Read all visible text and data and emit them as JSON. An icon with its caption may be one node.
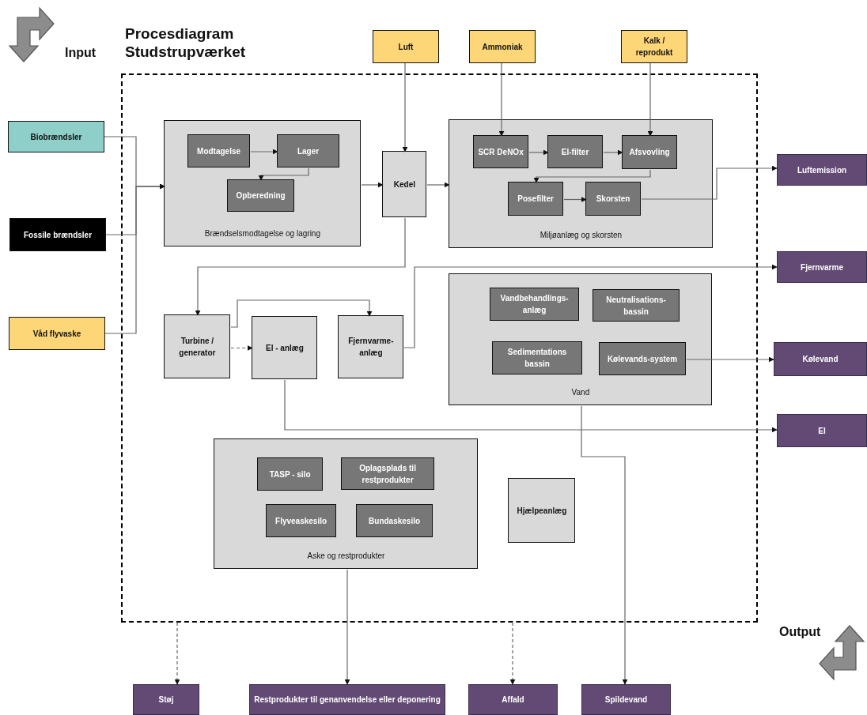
{
  "diagram": {
    "title": "Procesdiagram Studstrupværket",
    "nodes": [
      {
        "text": [
          "Biobrændsler"
        ]
      },
      {
        "text": [
          "Fossile brændsler"
        ]
      },
      {
        "text": [
          "Våd flyvaske"
        ]
      },
      {
        "text": [
          "Luft"
        ]
      },
      {
        "text": [
          "Ammoniak"
        ]
      },
      {
        "text": [
          "Kalk / reprodukt"
        ]
      },
      {
        "text": [],
        "shape": "box"
      },
      {
        "text": [
          "Brændselsmodtagelse og lagring"
        ],
        "in": 6
      },
      {
        "text": [
          "Modtagelse"
        ],
        "in": 7
      },
      {
        "text": [
          "Lager"
        ],
        "in": 7
      },
      {
        "text": [
          "Opberedning"
        ],
        "in": 7
      },
      {
        "text": [
          "Kedel"
        ],
        "in": 6
      },
      {
        "text": [
          "Miljøanlæg og skorsten"
        ],
        "in": 6
      },
      {
        "text": [
          "SCR DeNOx"
        ],
        "in": 12
      },
      {
        "text": [
          "El-filter"
        ],
        "in": 12
      },
      {
        "text": [
          "Afsvovling"
        ],
        "in": 12
      },
      {
        "text": [
          "Posefilter"
        ],
        "in": 12
      },
      {
        "text": [
          "Skorsten"
        ],
        "in": 12
      },
      {
        "text": [
          "Turbine / generator"
        ],
        "in": 6
      },
      {
        "text": [
          "El - anlæg"
        ],
        "in": 6
      },
      {
        "text": [
          "Fjernvarme-anlæg"
        ],
        "in": 6
      },
      {
        "text": [
          "Vand"
        ],
        "in": 6
      },
      {
        "text": [
          "Vandbehandlings-anlæg"
        ],
        "in": 21
      },
      {
        "text": [
          "Neutralisations-bassin"
        ],
        "in": 21
      },
      {
        "text": [
          "Sedimentations bassin"
        ],
        "in": 21
      },
      {
        "text": [
          "Kølevands-system"
        ],
        "in": 21
      },
      {
        "text": [
          "Aske og restprodukter"
        ],
        "in": 6
      },
      {
        "text": [
          "TASP - silo"
        ],
        "in": 26
      },
      {
        "text": [
          "Oplagsplads til restprodukter"
        ],
        "in": 26
      },
      {
        "text": [
          "Flyveaskesilo"
        ],
        "in": 26
      },
      {
        "text": [
          "Bundaskesilo"
        ],
        "in": 26
      },
      {
        "text": [
          "Hjælpeanlæg"
        ],
        "in": 6
      },
      {
        "text": [
          "Luftemission"
        ]
      },
      {
        "text": [
          "Fjernvarme"
        ]
      },
      {
        "text": [
          "Kølevand"
        ]
      },
      {
        "text": [
          "El"
        ]
      },
      {
        "text": [
          "Støj"
        ]
      },
      {
        "text": [
          "Restprodukter til genanvendelse eller deponering"
        ]
      },
      {
        "text": [
          "Affald"
        ]
      },
      {
        "text": [
          "Spildevand"
        ]
      }
    ],
    "edges": [
      {
        "from": 0,
        "to": 7,
        "arrow": "to"
      },
      {
        "from": 1,
        "to": 7,
        "arrow": "to"
      },
      {
        "from": 2,
        "to": 7,
        "arrow": "to"
      },
      {
        "from": 7,
        "to": 11,
        "arrow": "to"
      },
      {
        "from": 3,
        "to": 11,
        "arrow": "to"
      },
      {
        "from": 11,
        "to": 12,
        "arrow": "to"
      },
      {
        "from": 4,
        "to": 13,
        "arrow": "to"
      },
      {
        "from": 5,
        "to": 15,
        "arrow": "to"
      },
      {
        "from": 8,
        "to": 9,
        "arrow": "to"
      },
      {
        "from": 9,
        "to": 10,
        "arrow": "to"
      },
      {
        "from": 13,
        "to": 14,
        "arrow": "to"
      },
      {
        "from": 14,
        "to": 15,
        "arrow": "to"
      },
      {
        "from": 15,
        "to": 16,
        "arrow": "to"
      },
      {
        "from": 16,
        "to": 17,
        "arrow": "to"
      },
      {
        "from": 17,
        "to": 32,
        "arrow": "to"
      },
      {
        "from": 11,
        "to": 18,
        "arrow": "to"
      },
      {
        "from": 18,
        "to": 19,
        "arrow": "to",
        "style": "dashed"
      },
      {
        "from": 18,
        "to": 20,
        "arrow": "to"
      },
      {
        "from": 20,
        "to": 33,
        "arrow": "to"
      },
      {
        "from": 25,
        "to": 34,
        "arrow": "to"
      },
      {
        "from": 19,
        "to": 35,
        "arrow": "to"
      },
      {
        "from": 26,
        "to": 37,
        "arrow": "to"
      },
      {
        "from": 21,
        "to": 39,
        "arrow": "to"
      },
      {
        "from": 6,
        "to": 36,
        "arrow": "to",
        "style": "dashed"
      },
      {
        "from": 6,
        "to": 38,
        "arrow": "to",
        "style": "dashed"
      }
    ],
    "labels": [
      "Input",
      "Output"
    ]
  }
}
